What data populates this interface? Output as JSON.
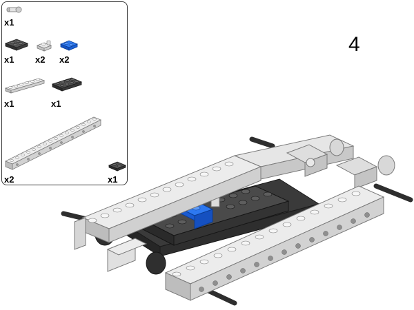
{
  "step": {
    "number": "4"
  },
  "parts_list": {
    "items": [
      {
        "name": "pin-connector",
        "color": "#d9d9d9",
        "quantity": "x1"
      },
      {
        "name": "plate-2x2-dark",
        "color": "#3a3a3a",
        "quantity": "x1"
      },
      {
        "name": "plate-1x2-with-clip-light",
        "color": "#d9d9d9",
        "quantity": "x2"
      },
      {
        "name": "plate-1x2-blue",
        "color": "#1f66e0",
        "quantity": "x2"
      },
      {
        "name": "plate-1x6-light",
        "color": "#d9d9d9",
        "quantity": "x1"
      },
      {
        "name": "plate-2x4-dark",
        "color": "#3a3a3a",
        "quantity": "x1"
      },
      {
        "name": "technic-brick-1x16-light",
        "color": "#d9d9d9",
        "quantity": "x2"
      },
      {
        "name": "plate-1x2-dark",
        "color": "#3a3a3a",
        "quantity": "x1"
      }
    ]
  },
  "colors": {
    "light_gray": "#d9d9d9",
    "dark_gray": "#3a3a3a",
    "blue": "#1f66e0",
    "panel_border": "#3a3a3a"
  }
}
